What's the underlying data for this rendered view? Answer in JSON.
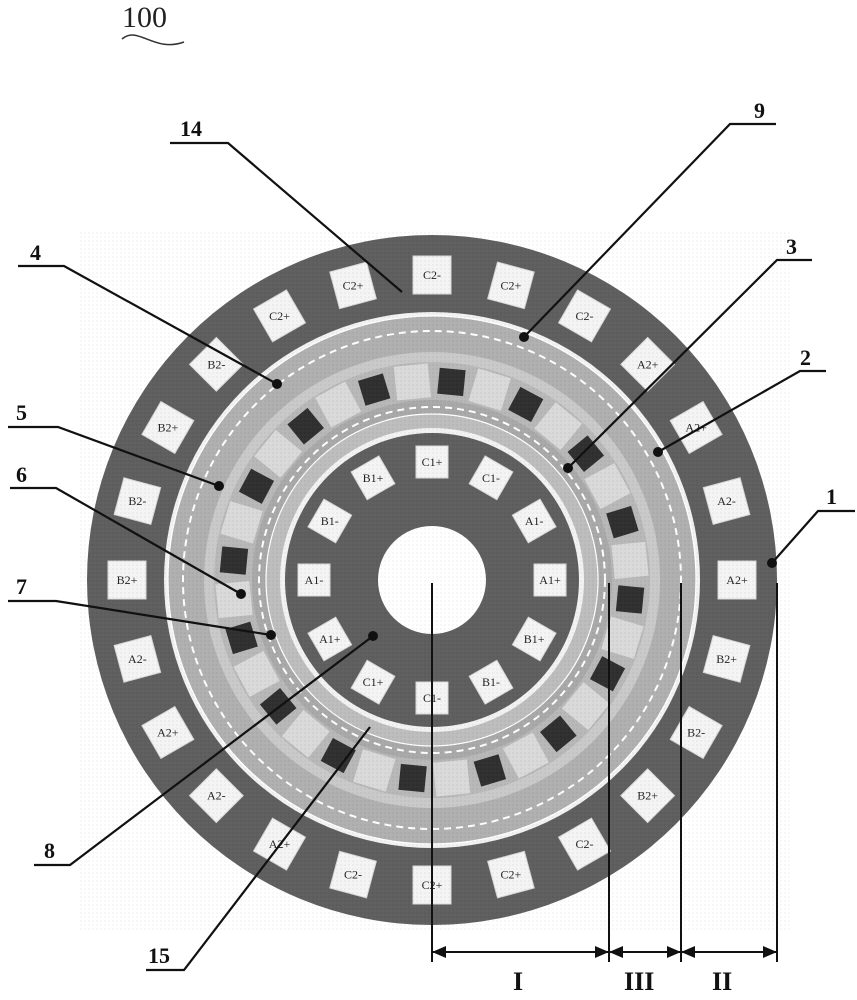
{
  "figure_number": "100",
  "reference_labels": [
    {
      "id": "1",
      "text": "1"
    },
    {
      "id": "2",
      "text": "2"
    },
    {
      "id": "3",
      "text": "3"
    },
    {
      "id": "4",
      "text": "4"
    },
    {
      "id": "5",
      "text": "5"
    },
    {
      "id": "6",
      "text": "6"
    },
    {
      "id": "7",
      "text": "7"
    },
    {
      "id": "8",
      "text": "8"
    },
    {
      "id": "9",
      "text": "9"
    },
    {
      "id": "14",
      "text": "14"
    },
    {
      "id": "15",
      "text": "15"
    }
  ],
  "dimension_labels": [
    {
      "id": "I",
      "text": "I"
    },
    {
      "id": "III",
      "text": "III"
    },
    {
      "id": "II",
      "text": "II"
    }
  ],
  "outer_coils": [
    "C2-",
    "C2+",
    "C2-",
    "A2+",
    "A2+",
    "A2-",
    "A2+",
    "B2+",
    "B2-",
    "B2+",
    "C2-",
    "C2+",
    "C2+",
    "C2-",
    "A2+",
    "A2-",
    "A2+",
    "A2-",
    "B2+",
    "B2-",
    "B2+",
    "B2-",
    "C2+",
    "C2+"
  ],
  "inner_coils": [
    "C1+",
    "C1-",
    "A1-",
    "A1+",
    "B1+",
    "B1-",
    "C1-",
    "C1+",
    "A1+",
    "A1-",
    "B1-",
    "B1+"
  ],
  "colors": {
    "stator": "#5f5f5f",
    "ring": "#a9a9a9",
    "light_ring": "#c7c7c7",
    "magnet_light": "#d9d9d9",
    "magnet_dark": "#303030",
    "slot": "#f4f4f4"
  }
}
